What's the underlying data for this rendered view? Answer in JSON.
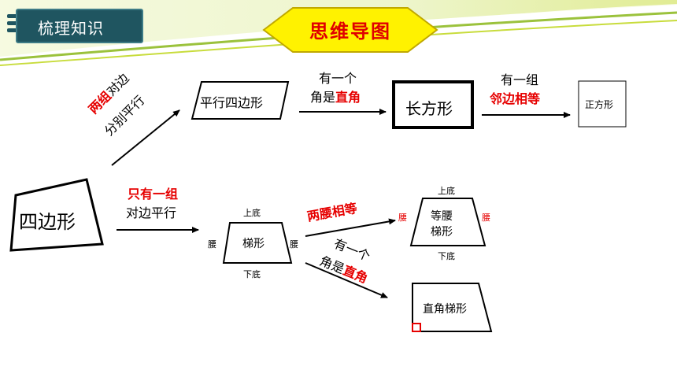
{
  "header": {
    "title": "梳理知识"
  },
  "banner": {
    "title": "思维导图"
  },
  "colors": {
    "accent_red": "#e60000",
    "badge_bg": "#1f5560",
    "banner_fill": "#fff200",
    "deco_green": "#c8dc3c"
  },
  "nodes": {
    "quadrilateral": "四边形",
    "parallelogram": "平行四边形",
    "rectangle": "长方形",
    "square": "正方形",
    "trapezoid": "梯形",
    "isosceles_line1": "等腰",
    "isosceles_line2": "梯形",
    "right_trapezoid": "直角梯形"
  },
  "edges": {
    "quad_to_para": {
      "red": "两组",
      "black1": "对边",
      "black2": "分别平行"
    },
    "para_to_rect": {
      "line1": "有一个",
      "line2_black": "角是",
      "line2_red": "直角"
    },
    "rect_to_square": {
      "line1": "有一组",
      "line2_red": "邻边相等"
    },
    "quad_to_trap": {
      "line1_red": "只有一组",
      "line2": "对边平行"
    },
    "trap_to_iso": {
      "red": "两腰相等"
    },
    "trap_to_right": {
      "line1": "有一个",
      "line2_black": "角是",
      "line2_red": "直角"
    }
  },
  "trapezoid_labels": {
    "top": "上底",
    "bottom": "下底",
    "leg_left": "腰",
    "leg_right": "腰"
  },
  "iso_labels": {
    "top": "上底",
    "bottom": "下底",
    "leg_left": "腰",
    "leg_right": "腰"
  }
}
